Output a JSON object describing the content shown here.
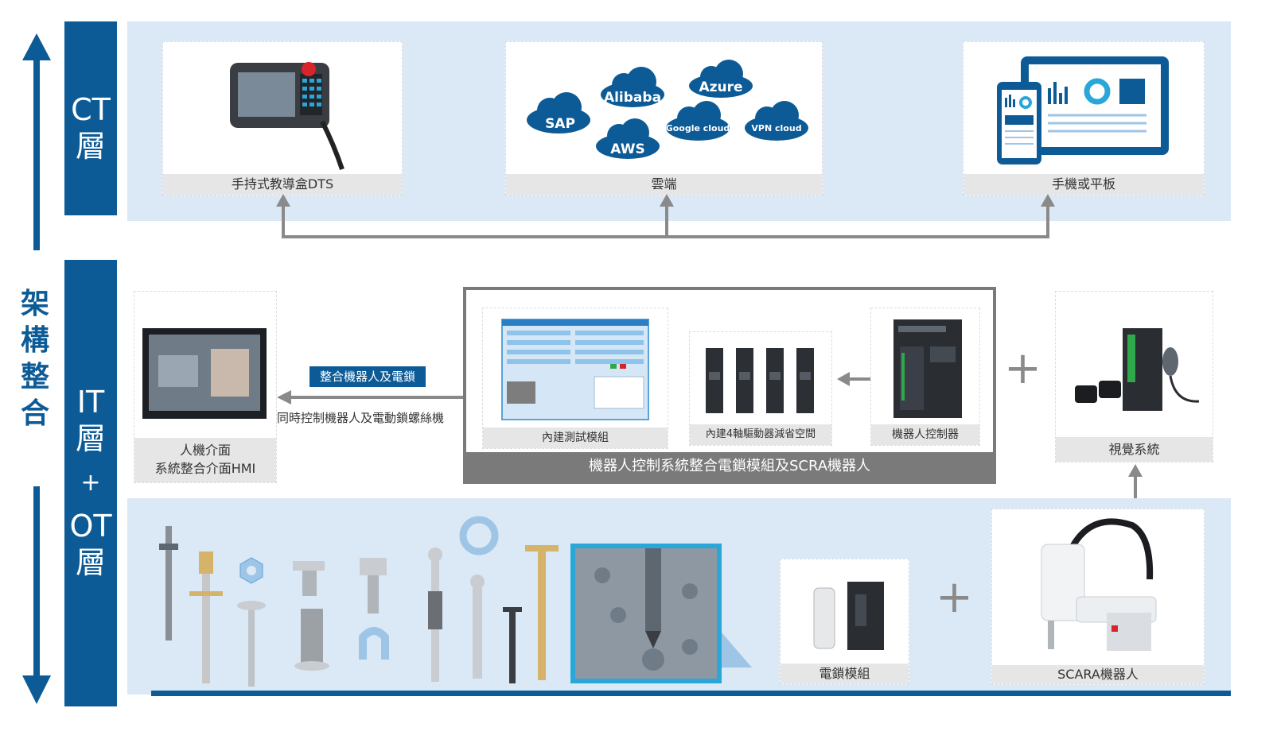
{
  "layers": {
    "ct": [
      "CT",
      "層"
    ],
    "it": [
      "IT",
      "層"
    ],
    "plus": "+",
    "ot": [
      "OT",
      "層"
    ]
  },
  "side_label": [
    "架",
    "構",
    "整",
    "合"
  ],
  "ct_cards": [
    {
      "caption": "手持式教導盒DTS",
      "icon": "teach-pendant-icon"
    },
    {
      "caption": "雲端",
      "icon": "cloud-services-icon"
    },
    {
      "caption": "手機或平板",
      "icon": "tablet-phone-icon"
    }
  ],
  "clouds": [
    "SAP",
    "Alibaba",
    "Azure",
    "AWS",
    "Google cloud",
    "VPN cloud"
  ],
  "hmi": {
    "caption_line1": "人機介面",
    "caption_line2": "系統整合介面HMI"
  },
  "integration": {
    "badge": "整合機器人及電鎖",
    "note": "同時控制機器人及電動鎖螺絲機"
  },
  "controller_group": {
    "title": "機器人控制系統整合電鎖模組及SCRA機器人",
    "modules": [
      "內建測試模組",
      "內建4軸驅動器減省空間",
      "機器人控制器"
    ]
  },
  "vision": {
    "caption": "視覺系統"
  },
  "plus_sign": "+",
  "ot_cards": [
    {
      "caption": "電鎖模組"
    },
    {
      "caption": "SCARA機器人"
    }
  ],
  "colors": {
    "accent": "#0d5b96",
    "band": "#dbe8f5",
    "gray": "#7a7a7a"
  }
}
